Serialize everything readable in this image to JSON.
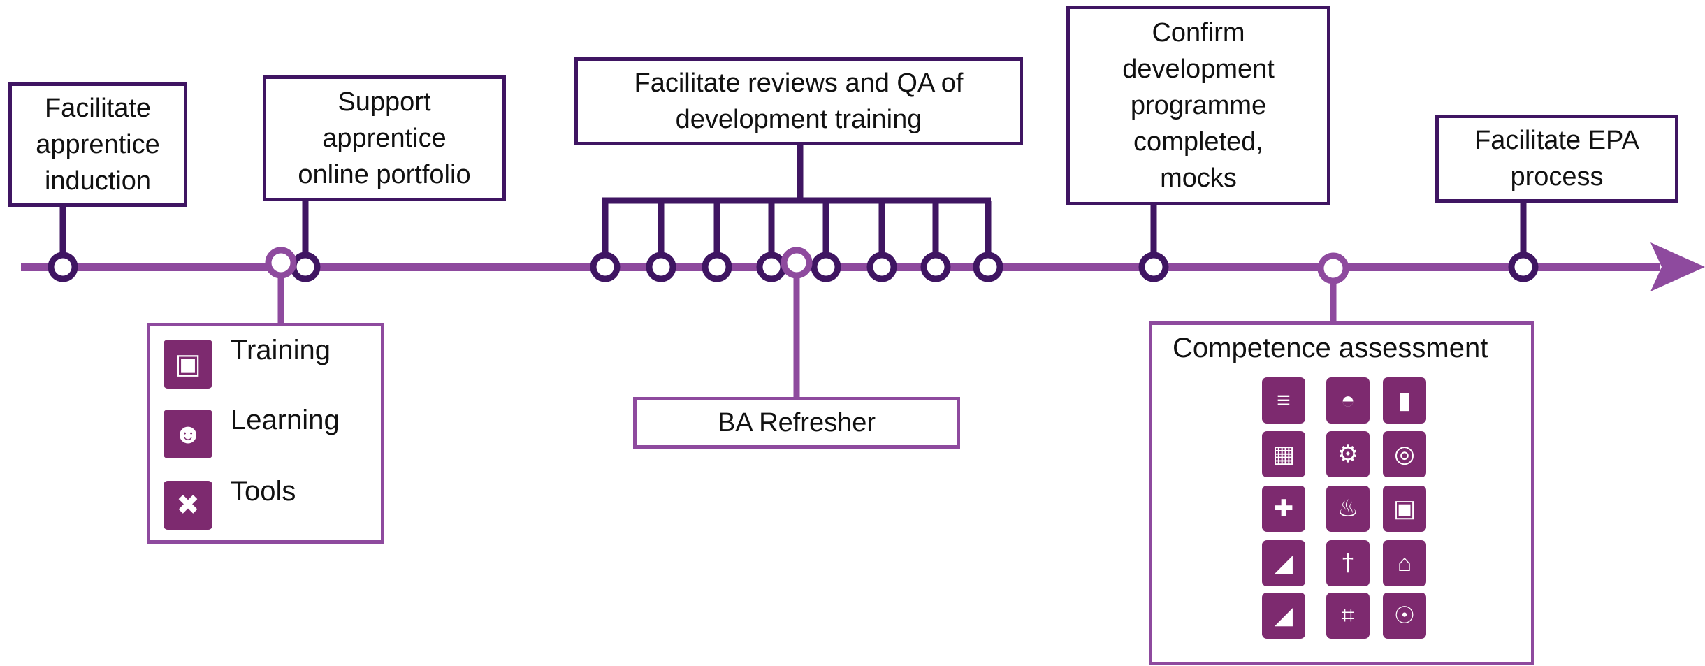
{
  "colors": {
    "dark": "#3f1562",
    "light": "#8e4a9e",
    "icon": "#7d2a6f"
  },
  "boxes": {
    "induction": [
      "Facilitate",
      "apprentice",
      "induction"
    ],
    "portfolio": [
      "Support",
      "apprentice",
      "online portfolio"
    ],
    "reviews": [
      "Facilitate reviews and QA of",
      "development training"
    ],
    "confirm": [
      "Confirm",
      "development",
      "programme",
      "completed,",
      "mocks"
    ],
    "epa": [
      "Facilitate EPA",
      "process"
    ],
    "refresher": [
      "BA Refresher"
    ]
  },
  "legend": {
    "training": {
      "label": "Training",
      "icon": "teacher-board-icon"
    },
    "learning": {
      "label": "Learning",
      "icon": "reading-person-icon"
    },
    "tools": {
      "label": "Tools",
      "icon": "wrench-screwdriver-icon"
    }
  },
  "competence": {
    "title": "Competence assessment",
    "icons": [
      "ladder-icon",
      "helmet-icon",
      "gas-cylinder-icon",
      "building-icon",
      "machine-icon",
      "cable-drum-icon",
      "first-aid-icon",
      "chimney-icon",
      "tank-icon",
      "stairs-icon",
      "pylon-icon",
      "industrial-plant-icon",
      "stairs-icon",
      "scaffold-icon",
      "microscope-icon"
    ]
  }
}
